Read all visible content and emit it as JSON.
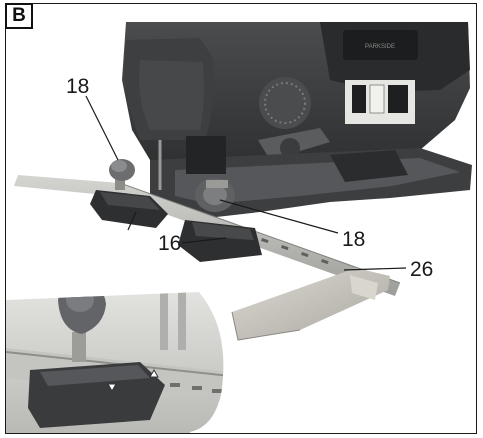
{
  "figure": {
    "badge": "B",
    "callouts": {
      "top_left": "18",
      "left_middle": "16",
      "right_middle": "18",
      "right_lower": "26"
    },
    "colors": {
      "tool_body": "#3a3c3e",
      "tool_dark": "#2a2b2d",
      "guide_rail": "#a9aaa6",
      "guide_rail_light": "#c9cac6",
      "plate": "#c2c0b8",
      "knob": "#6b6d6f",
      "inset_bg": "#cfcfcc"
    },
    "icons": [
      "saw-blade-icon",
      "safety-warning-icon",
      "lock-icon"
    ]
  }
}
